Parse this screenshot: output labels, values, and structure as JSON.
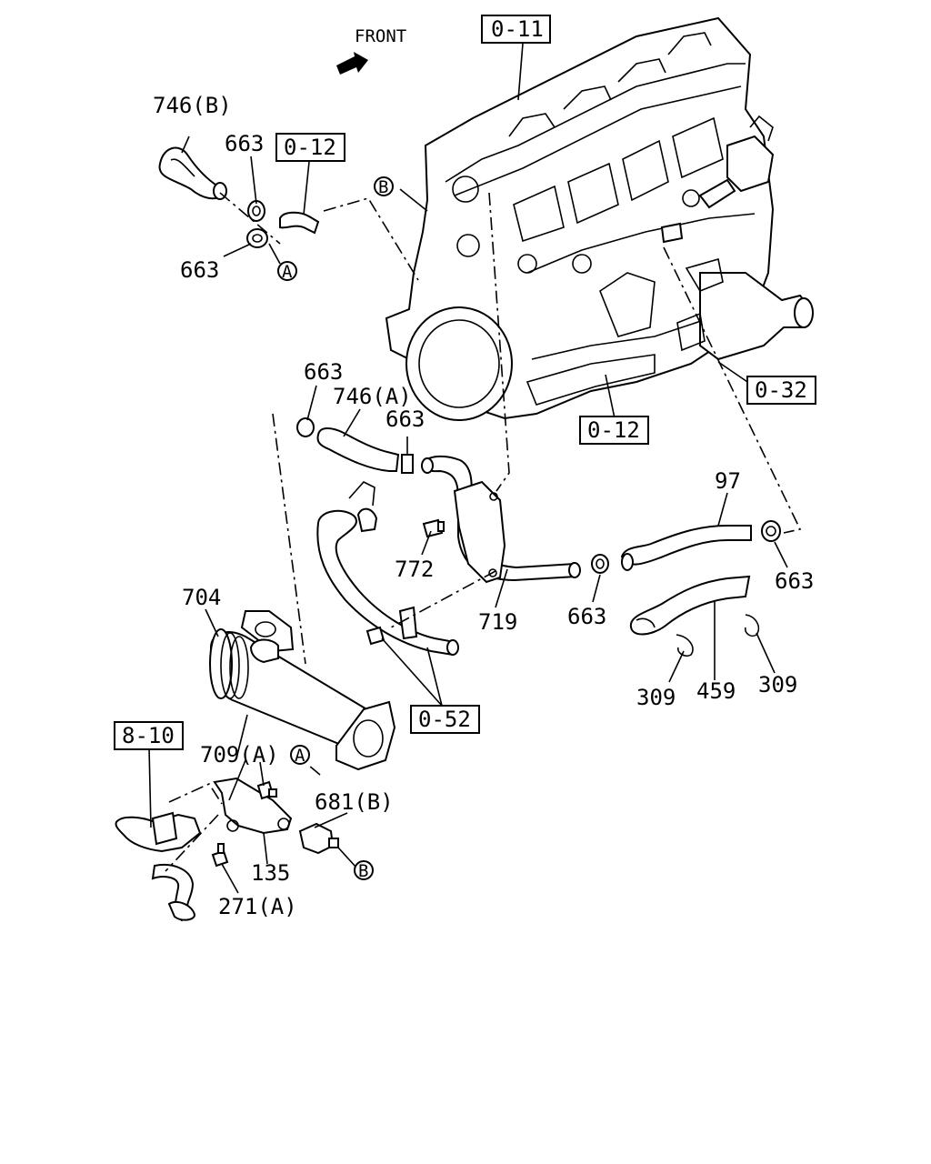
{
  "direction": {
    "label": "FRONT"
  },
  "refs": {
    "r011": "0-11",
    "r012_top": "0-12",
    "r012_mid": "0-12",
    "r032": "0-32",
    "r052": "0-52",
    "r810": "8-10"
  },
  "markers": {
    "a1": "A",
    "a2": "A",
    "b1": "B",
    "b2": "B"
  },
  "parts": {
    "p746b": "746(B)",
    "p663_a": "663",
    "p663_b": "663",
    "p663_c": "663",
    "p746a": "746(A)",
    "p663_d": "663",
    "p97": "97",
    "p663_e": "663",
    "p772": "772",
    "p704": "704",
    "p719": "719",
    "p663_f": "663",
    "p309_a": "309",
    "p459": "459",
    "p309_b": "309",
    "p709a": "709(A)",
    "p681b": "681(B)",
    "p135": "135",
    "p271a": "271(A)"
  }
}
